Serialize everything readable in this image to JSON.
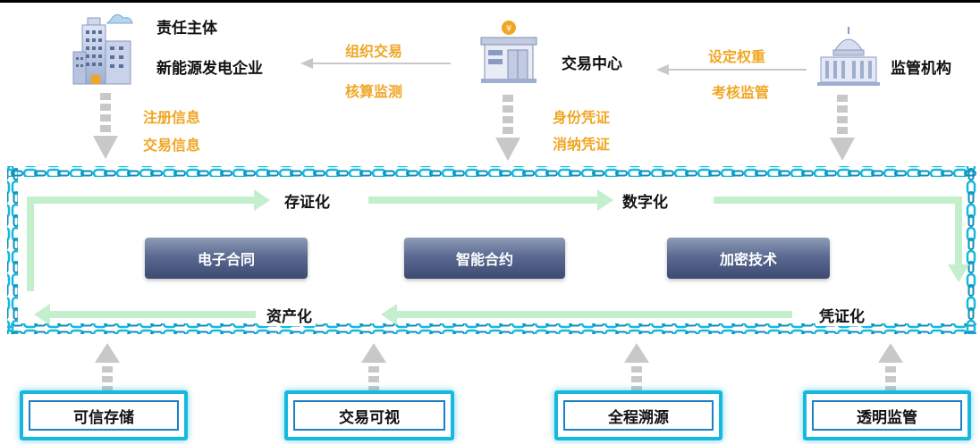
{
  "entities": {
    "enterprise": {
      "title": "责任主体",
      "name": "新能源发电企业"
    },
    "exchange": {
      "name": "交易中心"
    },
    "regulator": {
      "name": "监管机构"
    }
  },
  "arrow_labels": {
    "exchange_to_enterprise": [
      "组织交易",
      "核算监测"
    ],
    "regulator_to_exchange": [
      "设定权重",
      "考核监管"
    ]
  },
  "down_labels": {
    "enterprise": [
      "注册信息",
      "交易信息"
    ],
    "exchange": [
      "身份凭证",
      "消纳凭证"
    ]
  },
  "flow_stages": [
    "存证化",
    "数字化",
    "凭证化",
    "资产化"
  ],
  "technologies": [
    "电子合同",
    "智能合约",
    "加密技术"
  ],
  "features": [
    "可信存储",
    "交易可视",
    "全程溯源",
    "透明监管"
  ],
  "colors": {
    "accent_orange": "#f0a623",
    "chain_blue": "#17b8de",
    "flow_green": "#b8ecc4",
    "tech_dark": "#3d4a72",
    "arrow_gray": "#c8c8c8"
  }
}
